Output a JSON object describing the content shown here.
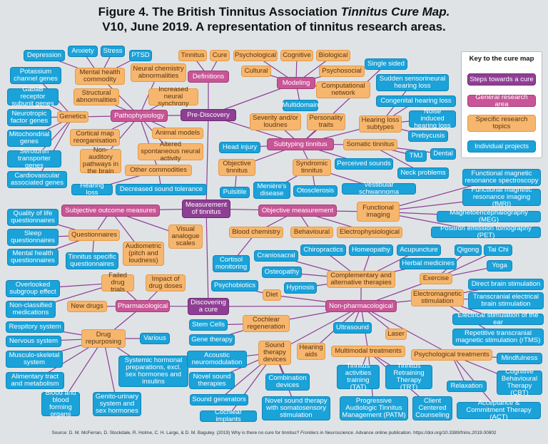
{
  "header": {
    "title_a": "Figure 4. The British Tinnitus Association ",
    "title_b": "Tinnitus Cure Map.",
    "title_c": "V10, June 2019. A representation of tinnitus research areas."
  },
  "colors": {
    "steps": "#8e3f93",
    "general": "#c85596",
    "specific": "#f6b66d",
    "projects": "#1aa2d9",
    "edge": "#8e3f93",
    "background": "#dfe3e6"
  },
  "key": {
    "title": "Key to the cure map",
    "steps": "Steps towards a cure",
    "general": "General research area",
    "specific": "Specific research topics",
    "projects": "Individual projects"
  },
  "footer": {
    "source_a": "Source: D. M. McFerran, D. Stockdale, R. Holme, C. H. Large, & D. M. Baguley. (2019) Why is there no cure for tinnitus? ",
    "source_b": "Frontiers in Neuroscience",
    "source_c": ". Advance online publication. https://doi.org/10.3389/fnins.2019.00802"
  },
  "nodes": {
    "prediscovery": "Pre-Discovery",
    "measurement": "Measurement of tinnitus",
    "discovering": "Discovering a cure",
    "definitions": "Definitions",
    "pathophysiology": "Pathophysiology",
    "modeling": "Modeling",
    "subtyping": "Subtyping tinnitus",
    "subjective": "Subjective outcome measures",
    "objective": "Objective measurement",
    "pharmacological": "Pharmacological",
    "nonpharm": "Non-pharmacological",
    "tinnitus_def": "Tinnitus",
    "cure_def": "Cure",
    "neural_chem": "Neural chemistry abnormalities",
    "mental_health": "Mental health commodity",
    "structural": "Structural abnormalities",
    "incr_sync": "Increased neural synchrony",
    "genetics": "Genetics",
    "cortical_map": "Cortical map reorganisation",
    "animal_models": "Animal models",
    "altered_spont": "Altered spontaneous neural activity",
    "non_auditory": "Non-auditory pathways in the brain",
    "other_comm": "Other commodities",
    "psychological": "Psychological",
    "cognitive": "Cognitive",
    "biological": "Biological",
    "cultural": "Cultural",
    "psychosocial": "Psychosocial",
    "computational": "Computational network",
    "severity": "Severity and/or loudnes",
    "personality": "Personality traits",
    "somatic": "Somatic tinnitus",
    "hearing_loss_sub": "Hearing loss subtypes",
    "objective_tinn": "Objective tinnitus",
    "syndromic": "Syndromic tinnitus",
    "questionnaires": "Questionnaires",
    "audiometric": "Audiometric (pitch and loudness)",
    "visual_analogue": "Visual analogue scales",
    "functional_imaging": "Functional imaging",
    "blood_chem": "Blood chemistry",
    "behavioural": "Behavioural",
    "electrophys": "Electrophysiological",
    "failed_drug": "Failed drug trials",
    "impact_doses": "Impact of drug doses",
    "new_drugs": "New drugs",
    "drug_repurposing": "Drug repurposing",
    "cochlear_regen": "Cochlear regeneration",
    "sound_therapy": "Sound therapy devices",
    "hearing_aids": "Hearing aids",
    "complementary": "Complementary and alternative therapies",
    "diet": "Diet",
    "exercise": "Exercise",
    "electromagnetic": "Electromagnetic stimulation",
    "laser": "Laser",
    "multimodal": "Multimodal treatments",
    "psych_treat": "Psychological treatments",
    "depression": "Depression",
    "anxiety": "Anxiety",
    "stress": "Stress",
    "ptsd": "PTSD",
    "potassium": "Potassium channel genes",
    "gaba": "GabaB receptor subunit genes",
    "neurotropic": "Neurotropic factor genes",
    "mito": "Mitochondrial genes",
    "serotonin": "Serotonin transporter genes",
    "cardio": "Cardiovascular associated genes",
    "hearing_loss_p": "Hearing loss",
    "decr_sound": "Decreased sound tolerance",
    "multidomain": "Multidomain",
    "single_sided": "Single sided",
    "sudden_snhl": "Sudden sensorineural hearing loss",
    "congenital": "Congenital hearing loss",
    "noise_induced": "Noise induced hearing loss",
    "presbycusis": "Prebycusis",
    "tmj": "TMJ",
    "dental": "Dental",
    "neck": "Neck problems",
    "head_injury": "Head injury",
    "pulsatile": "Pulsitile",
    "menieres": "Menière's disease",
    "otosclerosis": "Otosclerosis",
    "perceived": "Perceived sounds",
    "vestibular": "Vestibular schwannoma",
    "qol": "Quality of life questionnaires",
    "sleep": "Sleep questionnaires",
    "mental_q": "Mental health questionnaires",
    "tinn_specific": "Tinnitus specific questionnaires",
    "fmrs": "Functional magnetic resonance spectroscopy",
    "fmri": "Functional magnetic resonance imaging (fMRI)",
    "meg": "Magnetoencephalography (MEG)",
    "pet": "Positron emission tomography (PET)",
    "cortisol": "Cortisol monitoring",
    "craniosacral": "Craniosacral",
    "chiropractics": "Chiropractics",
    "homeopathy": "Homeopathy",
    "acupuncture": "Acupuncture",
    "herbal": "Herbal medicines",
    "osteopathy": "Osteopathy",
    "psychobiotics": "Psychobiotics",
    "hypnosis": "Hypnosis",
    "qigong": "Qigong",
    "taichi": "Tai Chi",
    "yoga": "Yoga",
    "direct_brain": "Direct brain stimulation",
    "tes": "Transcranial electrical brain stimulation",
    "ear_stim": "Electrical stimulation of the ear",
    "rtms": "Repetitive transcranial magnetic stimulation (rTMS)",
    "overlooked": "Overlooked subgroup effect",
    "non_classified": "Non-classified medications",
    "respitory": "Respitory system",
    "nervous": "Nervous system",
    "musculo": "Musculo-skeletal system",
    "alimentary": "Alimentary tract and metabolism",
    "blood_organs": "Blood and blood forming organs",
    "genito": "Genito-urinary system and sex hormones",
    "various": "Various",
    "systemic": "Systemic hormonal preparations, excl. sex hormones and insulins",
    "stem_cells": "Stem Cells",
    "gene_therapy": "Gene therapy",
    "acoustic_neuro": "Acoustic neuromodulation",
    "novel_sound": "Novel sound therapies",
    "sound_gen": "Sound generators",
    "cochlear_impl": "Cochlear implants",
    "combination": "Combination devices",
    "somatosensory": "Novel sound therapy with somatosensory stimulation",
    "ultrasound": "Ultrasound",
    "tat": "Tinnitus activities training (TAT)",
    "patm": "Progressive Audiologic Tinnitus Management (PATM)",
    "trt": "Tinnitus Retraining Therapy (TRT)",
    "ccc": "Client Centered Counseling",
    "relaxation": "Relaxation",
    "mindfulness": "Mindfulness",
    "cbt": "Cognitive Behavioural Therapy (CBT)",
    "act": "Acceptance & Commitment Therapy (ACT)"
  }
}
